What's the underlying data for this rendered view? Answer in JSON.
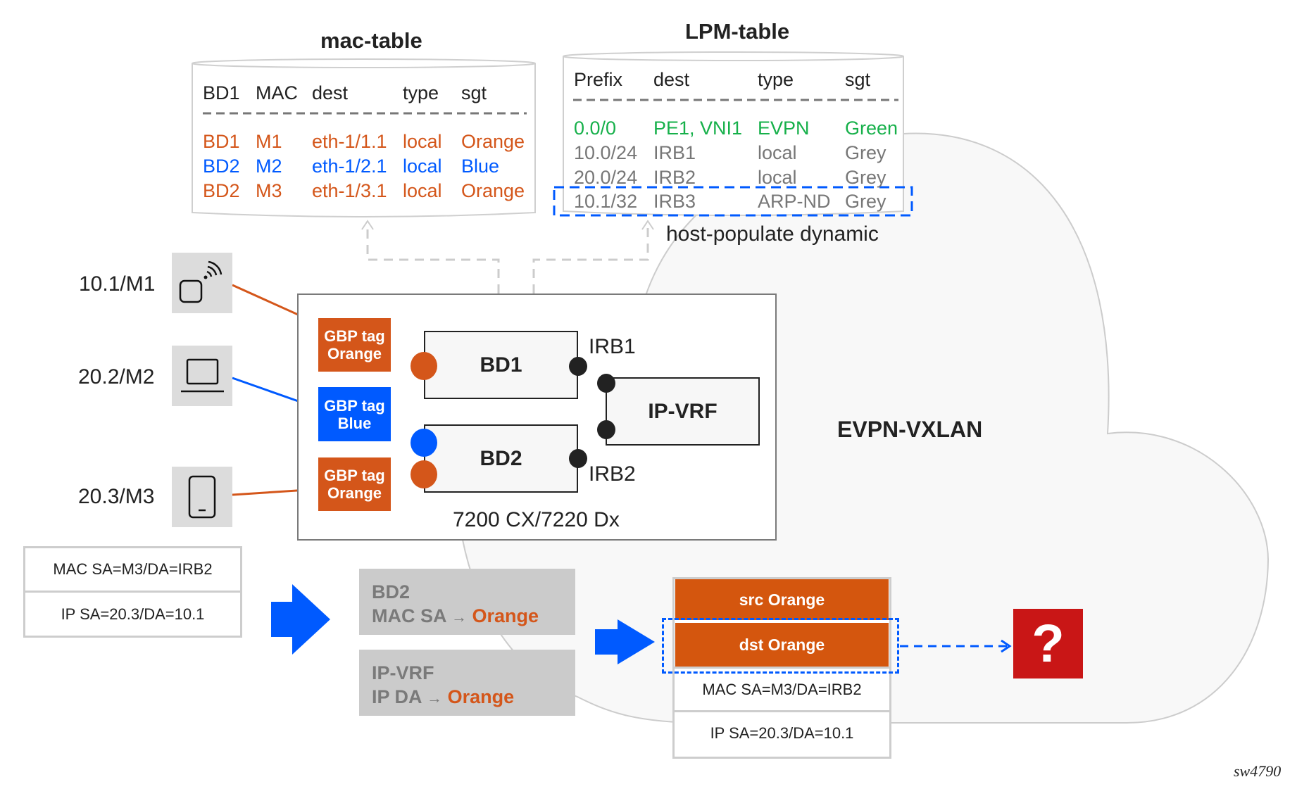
{
  "mac_table": {
    "title": "mac-table",
    "headers": [
      "BD1",
      "MAC",
      "dest",
      "type",
      "sgt"
    ],
    "rows": [
      {
        "bd": "BD1",
        "mac": "M1",
        "dest": "eth-1/1.1",
        "type": "local",
        "sgt": "Orange",
        "color": "orange"
      },
      {
        "bd": "BD2",
        "mac": "M2",
        "dest": "eth-1/2.1",
        "type": "local",
        "sgt": "Blue",
        "color": "blue"
      },
      {
        "bd": "BD2",
        "mac": "M3",
        "dest": "eth-1/3.1",
        "type": "local",
        "sgt": "Orange",
        "color": "orange"
      }
    ]
  },
  "lpm_table": {
    "title": "LPM-table",
    "headers": [
      "Prefix",
      "dest",
      "type",
      "sgt"
    ],
    "rows": [
      {
        "prefix": "0.0/0",
        "dest": "PE1, VNI1",
        "type": "EVPN",
        "sgt": "Green",
        "color": "green"
      },
      {
        "prefix": "10.0/24",
        "dest": "IRB1",
        "type": "local",
        "sgt": "Grey",
        "color": "grey"
      },
      {
        "prefix": "20.0/24",
        "dest": "IRB2",
        "type": "local",
        "sgt": "Grey",
        "color": "grey"
      },
      {
        "prefix": "10.1/32",
        "dest": "IRB3",
        "type": "ARP-ND",
        "sgt": "Grey",
        "color": "grey"
      }
    ],
    "highlight_note": "host-populate dynamic"
  },
  "devices": [
    {
      "label": "10.1/M1",
      "icon": "iot-device-icon"
    },
    {
      "label": "20.2/M2",
      "icon": "laptop-icon"
    },
    {
      "label": "20.3/M3",
      "icon": "smartphone-icon"
    }
  ],
  "gbp_tags": [
    {
      "line1": "GBP tag",
      "line2": "Orange",
      "color": "orange"
    },
    {
      "line1": "GBP tag",
      "line2": "Blue",
      "color": "blue"
    },
    {
      "line1": "GBP tag",
      "line2": "Orange",
      "color": "orange"
    }
  ],
  "router": {
    "model": "7200 CX/7220 Dx",
    "bd1": "BD1",
    "bd2": "BD2",
    "ip_vrf": "IP-VRF",
    "irb1": "IRB1",
    "irb2": "IRB2"
  },
  "cloud_label": "EVPN-VXLAN",
  "ingress_packet": {
    "mac": "MAC SA=M3/DA=IRB2",
    "ip": "IP SA=20.3/DA=10.1"
  },
  "lookups": [
    {
      "line1": "BD2",
      "line2_prefix": "MAC SA",
      "arrow": "→",
      "result": "Orange"
    },
    {
      "line1": "IP-VRF",
      "line2_prefix": "IP DA",
      "arrow": "→",
      "result": "Orange"
    }
  ],
  "egress_packet": {
    "src": "src Orange",
    "dst": "dst Orange",
    "mac": "MAC SA=M3/DA=IRB2",
    "ip": "IP SA=20.3/DA=10.1"
  },
  "policy_result": "?",
  "figure_id": "sw4790",
  "colors": {
    "orange": "#D4561A",
    "blue": "#005AFF",
    "green": "#16B04A",
    "grey": "#777777",
    "red": "#C91616"
  }
}
